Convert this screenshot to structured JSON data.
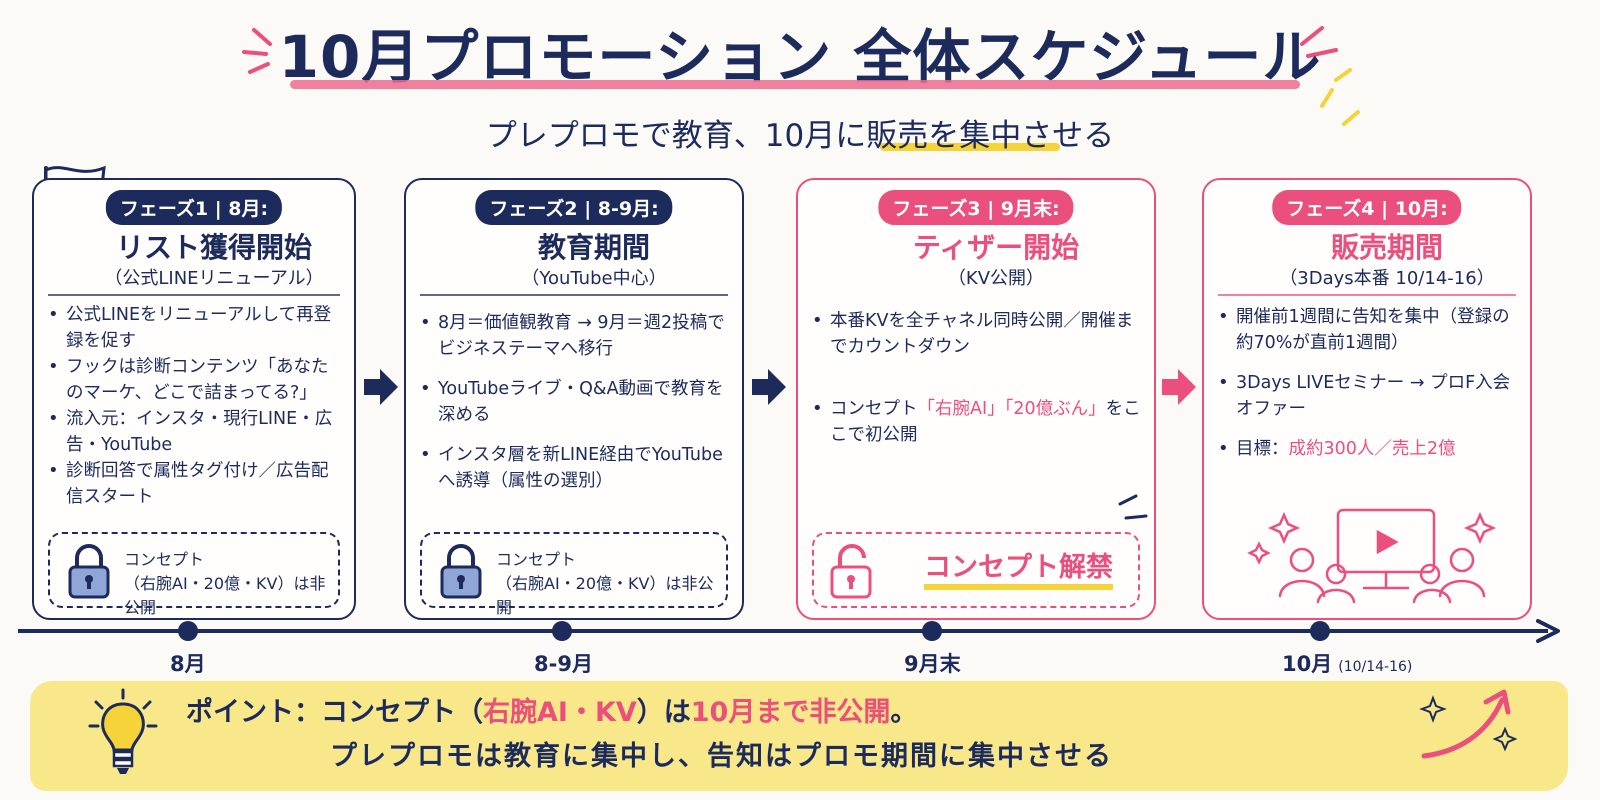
{
  "header": {
    "title": "10月プロモーション 全体スケジュール",
    "subtitle": "プレプロモで教育、10月に販売を集中させる"
  },
  "phases": [
    {
      "pill": "フェーズ1 | 8月:",
      "title": "リスト獲得開始",
      "subtitle": "（公式LINEリニューアル）",
      "icon": "flag-icon",
      "bullets": [
        "公式LINEをリニューアルして再登録を促す",
        "フックは診断コンテンツ「あなたのマーケ、どこで詰まってる?」",
        "流入元：インスタ・現行LINE・広告・YouTube",
        "診断回答で属性タグ付け／広告配信スタート"
      ],
      "lock_title": "コンセプト",
      "lock_text": "（右腕AI・20億・KV）は非公開"
    },
    {
      "pill": "フェーズ2 | 8-9月:",
      "title": "教育期間",
      "subtitle": "（YouTube中心）",
      "icon": "book-icon",
      "bullets": [
        "8月＝価値観教育 → 9月＝週2投稿でビジネステーマへ移行",
        "YouTubeライブ・Q&A動画で教育を深める",
        "インスタ層を新LINE経由でYouTubeへ誘導（属性の選別）"
      ],
      "lock_title": "コンセプト",
      "lock_text": "（右腕AI・20億・KV）は非公開"
    },
    {
      "pill": "フェーズ3 | 9月末:",
      "title": "ティザー開始",
      "subtitle": "（KV公開）",
      "icon": "megaphone-icon",
      "bullet1": "本番KVを全チャネル同時公開／開催までカウントダウン",
      "bullet2_a": "コンセプト",
      "bullet2_b": "「右腕AI」「20億ぶん」",
      "bullet2_c": "をここで初公開",
      "unlock_text": "コンセプト解禁"
    },
    {
      "pill": "フェーズ4 | 10月:",
      "title": "販売期間",
      "subtitle": "（3Days本番 10/14-16）",
      "icon": "calendar-icon",
      "bullet1": "開催前1週間に告知を集中（登録の約70%が直前1週間）",
      "bullet2": "3Days LIVEセミナー → プロF入会オファー",
      "bullet3_a": "目標：",
      "bullet3_b": "成約300人／売上2億"
    }
  ],
  "timeline": [
    {
      "label": "8月"
    },
    {
      "label": "8-9月"
    },
    {
      "label": "9月末"
    },
    {
      "label": "10月",
      "note": "(10/14-16)"
    }
  ],
  "point": {
    "line1_a": "ポイント：コンセプト（",
    "line1_b": "右腕AI・KV",
    "line1_c": "）は",
    "line1_d": "10月まで非公開",
    "line1_e": "。",
    "line2": "プレプロモは教育に集中し、告知はプロモ期間に集中させる"
  },
  "colors": {
    "navy": "#1c2a5c",
    "pink": "#ea4f7d",
    "yellow": "#f7d33a"
  }
}
